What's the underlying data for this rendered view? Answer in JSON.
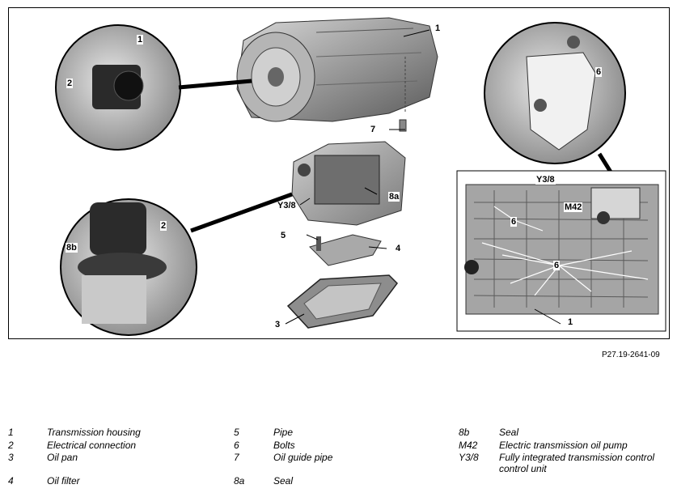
{
  "figure": {
    "callouts": {
      "c1_top": "1",
      "c2_top_circle": "2",
      "c1_left_circle": "1",
      "c7": "7",
      "c8a": "8a",
      "y38_center": "Y3/8",
      "c2_bottom_circle": "2",
      "c8b": "8b",
      "c5": "5",
      "c4": "4",
      "c3": "3",
      "c6_top": "6",
      "y38_right": "Y3/8",
      "m42": "M42",
      "c6_mid": "6",
      "c6_low": "6",
      "c1_bottom": "1"
    }
  },
  "reference": "P27.19-2641-09",
  "legend": [
    {
      "num": "1",
      "text": "Transmission housing"
    },
    {
      "num": "2",
      "text": "Electrical connection"
    },
    {
      "num": "3",
      "text": "Oil pan"
    },
    {
      "num": "4",
      "text": "Oil filter"
    },
    {
      "num": "5",
      "text": "Pipe"
    },
    {
      "num": "6",
      "text": "Bolts"
    },
    {
      "num": "7",
      "text": "Oil guide pipe"
    },
    {
      "num": "8a",
      "text": "Seal"
    },
    {
      "num": "8b",
      "text": "Seal"
    },
    {
      "num": "M42",
      "text": "Electric transmission oil pump"
    },
    {
      "num": "Y3/8",
      "text": "Fully integrated transmission control"
    },
    {
      "num": "",
      "text": "control unit"
    }
  ]
}
